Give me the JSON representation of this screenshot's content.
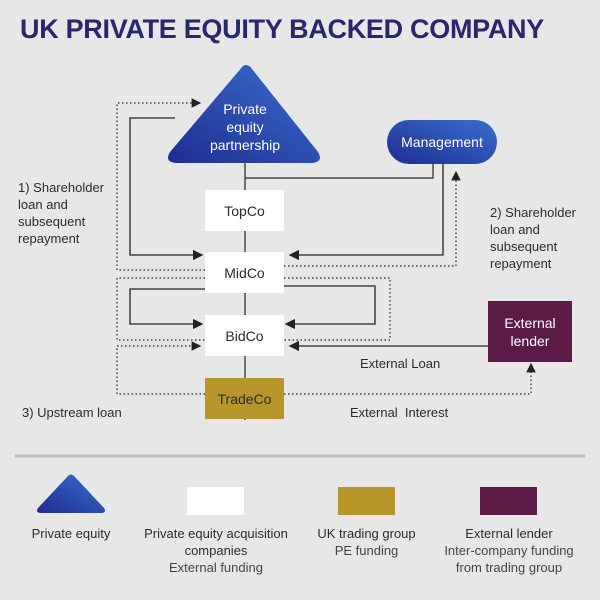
{
  "title": "UK PRIVATE EQUITY BACKED COMPANY",
  "nodes": {
    "pe_partnership": "Private equity partnership",
    "management": "Management",
    "topco": "TopCo",
    "midco": "MidCo",
    "bidco": "BidCo",
    "tradeco": "TradeCo",
    "external_lender": "External lender"
  },
  "annotations": {
    "shareholder_loan_left": "1) Shareholder loan and subsequent repayment",
    "shareholder_loan_right": "2) Shareholder loan and subsequent repayment",
    "upstream_loan": "3) Upstream loan",
    "external_loan": "External Loan",
    "external_interest": "External  Interest"
  },
  "legend": [
    {
      "label": "Private equity",
      "sub": ""
    },
    {
      "label": "Private equity acquisition companies",
      "sub": "External funding"
    },
    {
      "label": "UK trading group",
      "sub": "PE funding"
    },
    {
      "label": "External lender",
      "sub": "Inter-company funding from trading group"
    }
  ],
  "colors": {
    "navy": "#27276e",
    "blue_gradient_start": "#1e2d8f",
    "blue_gradient_end": "#3a6fd0",
    "gold": "#b8962b",
    "maroon": "#5c1a47",
    "background": "#e8e7e7"
  }
}
